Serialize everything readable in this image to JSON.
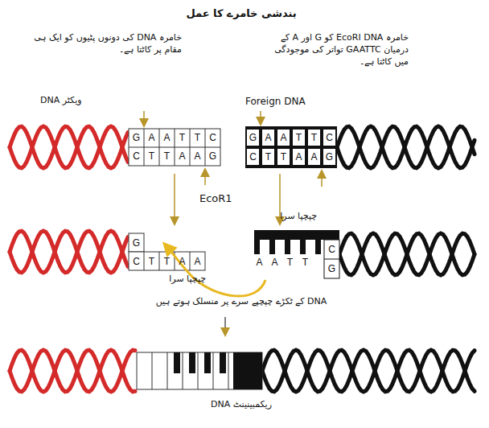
{
  "diagram": {
    "title": "بندشی خامرے کا عمل",
    "labels": [
      "خامرہ DNA کی دونوں پٹیوں کو ایک ہی مقام پر کاٹتا ہے۔",
      "خامرہ EcoRI DNA کو G اور A کے درمیان GAATTC تواتر کی موجودگی میں کاٹتا ہے۔",
      "ویکٹر DNA",
      "Foreign DNA",
      "EcoR1",
      "چپچپا سرا",
      "چپچپا سرا",
      "DNA کے ٹکڑے چپچپے سرے پر منسلک ہوتے ہیں",
      "ریکمبینینٹ DNA",
      "G",
      "A",
      "A",
      "T",
      "T",
      "C",
      "C",
      "T",
      "T",
      "A",
      "A",
      "G",
      "G",
      "A",
      "A",
      "T",
      "T",
      "C",
      "C",
      "T",
      "T",
      "A",
      "A",
      "G",
      "G",
      "C",
      "T",
      "T",
      "A",
      "A",
      "A",
      "A",
      "T",
      "T",
      "C",
      "G"
    ]
  }
}
